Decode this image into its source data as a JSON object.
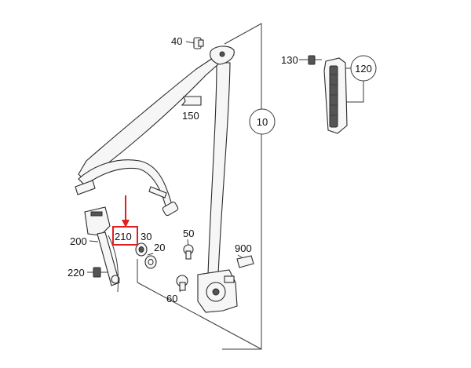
{
  "diagram": {
    "accent_color": "#e02020",
    "highlighted_part": "210",
    "labels": {
      "p40": "40",
      "p130": "130",
      "p120": "120",
      "p150": "150",
      "p10": "10",
      "p50": "50",
      "p900": "900",
      "p200": "200",
      "p210": "210",
      "p30": "30",
      "p20": "20",
      "p220": "220",
      "p60": "60"
    }
  }
}
